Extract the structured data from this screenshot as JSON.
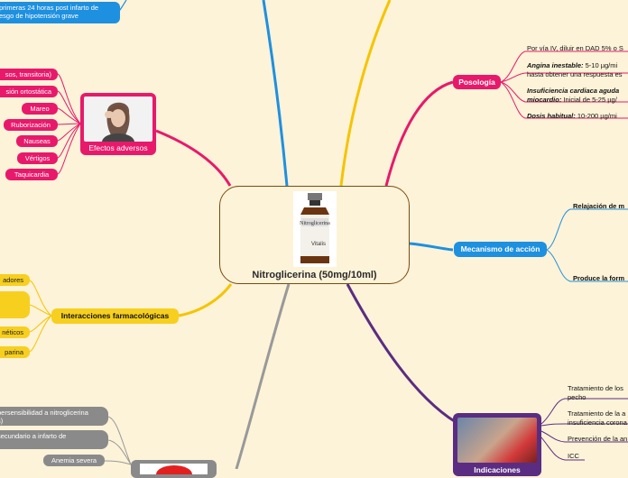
{
  "central": {
    "title": "Nitroglicerina (50mg/10ml)",
    "vial_label": "Nitroglicerina",
    "vial_brand": "Vitalis"
  },
  "posologia": {
    "title": "Posología",
    "line1": "Por vía IV, diluir en DAD 5% o S",
    "line2a_label": "Angina inestable:",
    "line2a_text": " 5-10 µg/mi",
    "line2b": "hasta obtener una respuesta es",
    "line3a_label": "Insuficiencia cardiaca aguda",
    "line3b_label": "miocardio:",
    "line3b_text": " Inicial de 5-25 µg/",
    "line4_label": "Dosis habitual:",
    "line4_text": " 10-200 µg/mi"
  },
  "mecanismo": {
    "title": "Mecanismo de acción",
    "item1": "Relajación de m",
    "item2": "Produce la form"
  },
  "indicaciones": {
    "title": "Indicaciones",
    "item1a": "Tratamiento de los",
    "item1b": "pecho",
    "item2a": "Tratamiento de la a",
    "item2b": "insuficiencia corona",
    "item3": "Prevención de la an",
    "item4": "ICC"
  },
  "efectos": {
    "title": "Efectos adversos",
    "items": [
      "sos, transitoria)",
      "sión ortostática",
      "Mareo",
      "Ruborización",
      "Nauseas",
      "Vértigos",
      "Taquicardia"
    ]
  },
  "interacciones": {
    "title": "Interacciones farmacológicas",
    "items": [
      "adores",
      "",
      "néticos",
      "parina"
    ]
  },
  "contra": {
    "top_line1": "primeras 24 horas post infarto de",
    "top_line2": "esgo de hipotensión grave",
    "items_line1": [
      "persensibilidad a nitroglicerina",
      "secundario a infarto de",
      "Anemia severa"
    ],
    "items_line2": [
      "s)",
      "",
      ""
    ]
  }
}
